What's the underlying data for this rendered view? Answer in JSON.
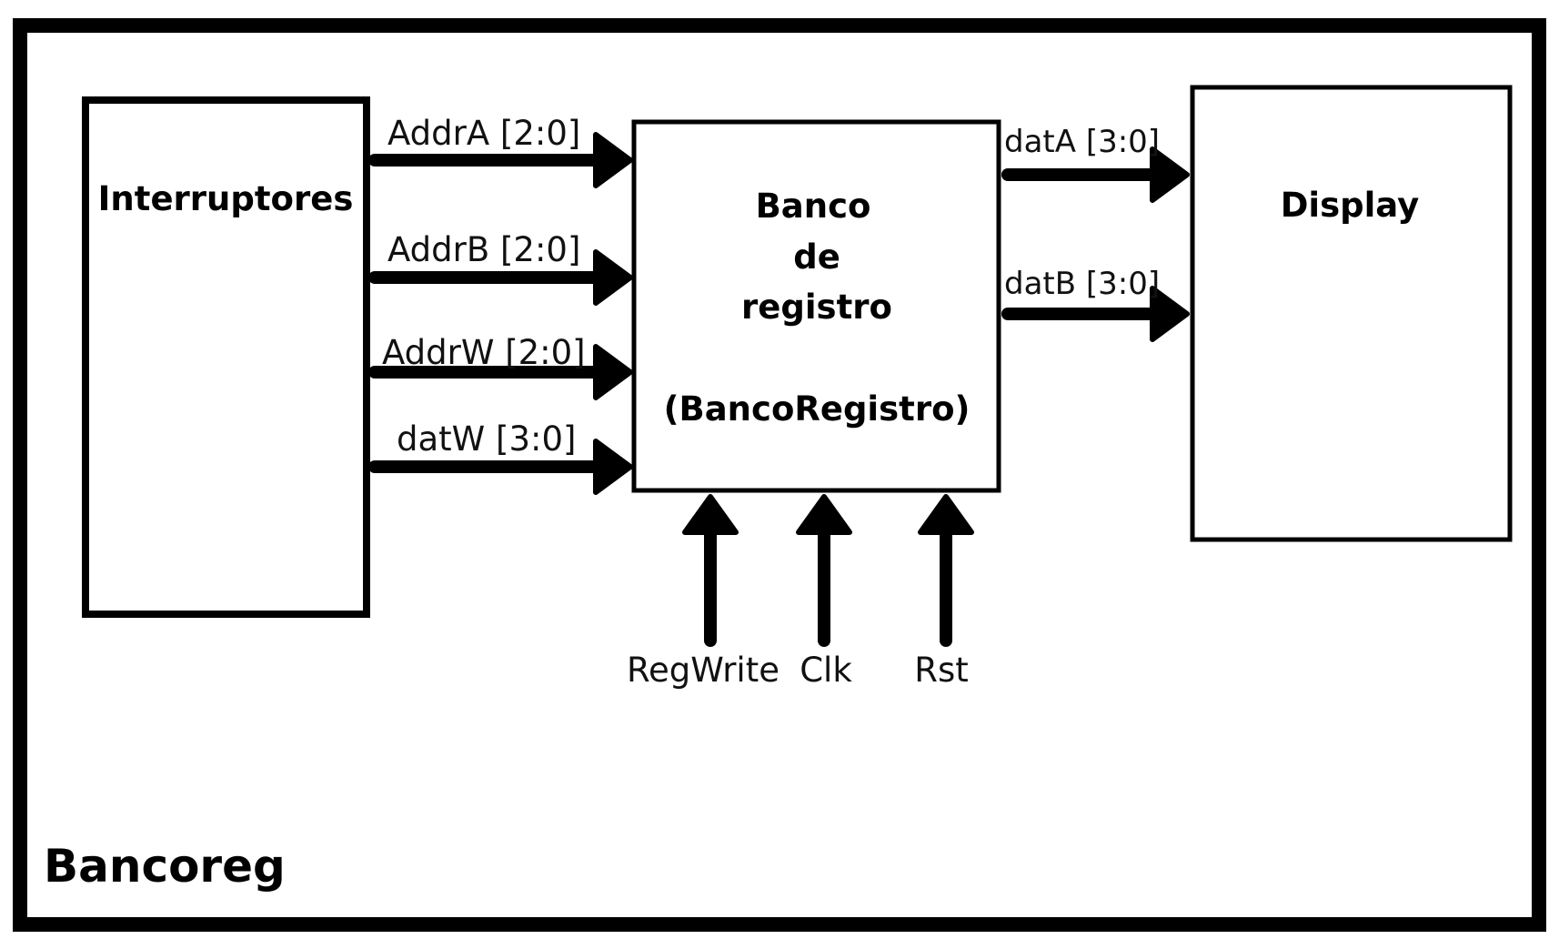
{
  "diagram": {
    "title": "Bancoreg",
    "blocks": {
      "switches": {
        "label": "Interruptores"
      },
      "register_bank": {
        "line1": "Banco",
        "line2": "de",
        "line3": "registro",
        "line4": "(BancoRegistro)"
      },
      "display": {
        "label": "Display"
      }
    },
    "inputs": {
      "addr_a": "AddrA [2:0]",
      "addr_b": "AddrB [2:0]",
      "addr_w": "AddrW [2:0]",
      "dat_w": "datW [3:0]"
    },
    "outputs": {
      "dat_a": "datA [3:0]",
      "dat_b": "datB [3:0]"
    },
    "controls": {
      "reg_write": "RegWrite",
      "clk": "Clk",
      "rst": "Rst"
    },
    "colors": {
      "stroke": "#000000",
      "background": "#ffffff"
    }
  }
}
